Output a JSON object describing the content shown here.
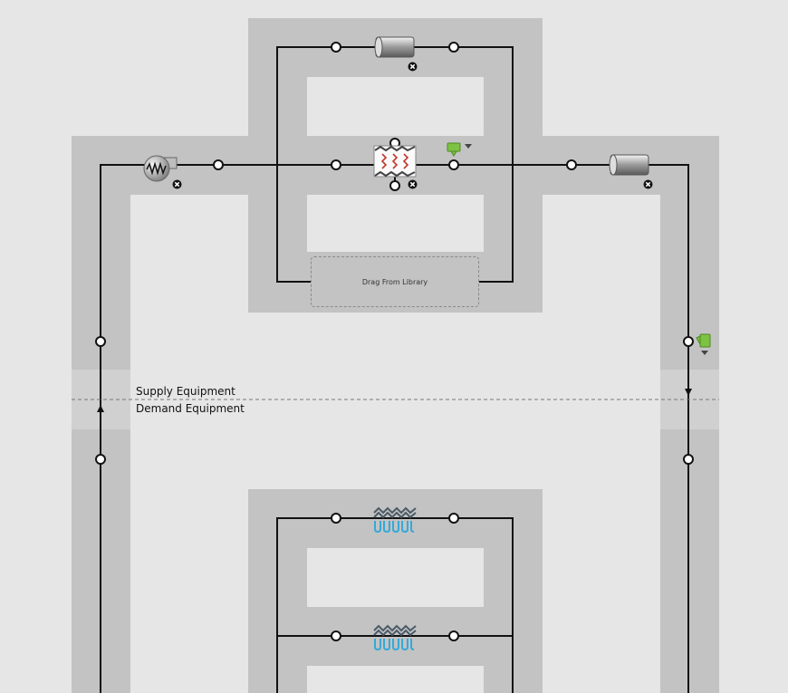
{
  "drop_zone": {
    "label": "Drag From Library"
  },
  "divider": {
    "supply_label": "Supply Equipment",
    "demand_label": "Demand Equipment"
  },
  "components": {
    "supply": [
      "pump-icon",
      "pipe-icon",
      "boiler-heat-exchanger-icon",
      "pipe-icon",
      "setpoint-manager-icon"
    ],
    "demand": [
      "radiant-heater-icon",
      "radiant-heater-icon"
    ]
  },
  "colors": {
    "canvas": "#e6e6e6",
    "band": "#c3c3c3",
    "line": "#111111",
    "setpoint_green": "#6abf3a"
  }
}
